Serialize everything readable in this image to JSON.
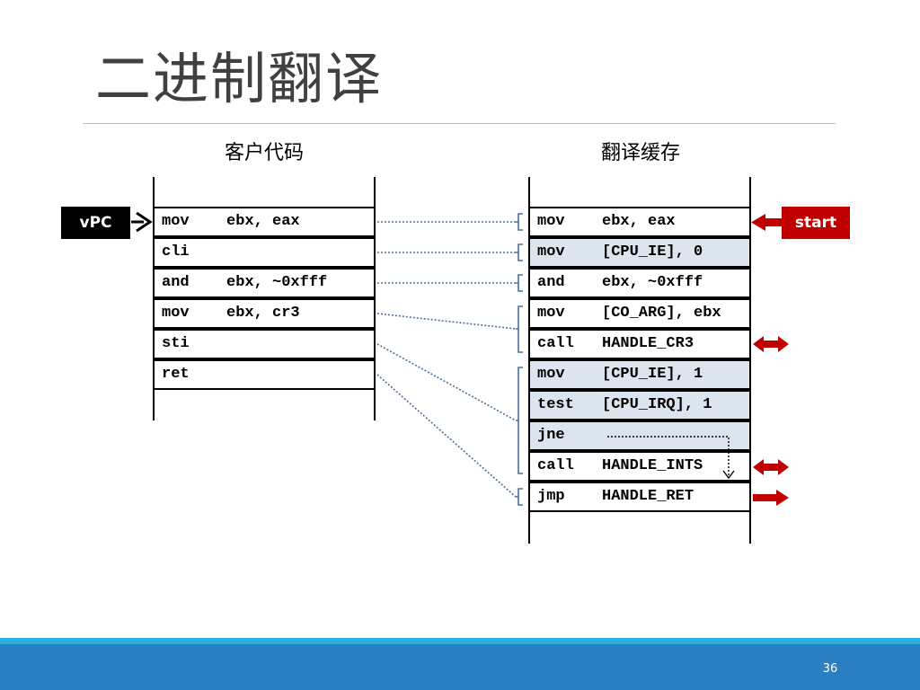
{
  "slide": {
    "title": "二进制翻译",
    "page_number": "36"
  },
  "guest_code": {
    "heading": "客户代码",
    "instructions": [
      {
        "op": "mov",
        "args": "ebx, eax"
      },
      {
        "op": "cli",
        "args": ""
      },
      {
        "op": "and",
        "args": "ebx, ~0xfff"
      },
      {
        "op": "mov",
        "args": "ebx, cr3"
      },
      {
        "op": "sti",
        "args": ""
      },
      {
        "op": "ret",
        "args": ""
      }
    ]
  },
  "translation_cache": {
    "heading": "翻译缓存",
    "instructions": [
      {
        "op": "mov",
        "args": "ebx, eax",
        "shaded": false
      },
      {
        "op": "mov",
        "args": "[CPU_IE], 0",
        "shaded": true
      },
      {
        "op": "and",
        "args": "ebx, ~0xfff",
        "shaded": false
      },
      {
        "op": "mov",
        "args": "[CO_ARG], ebx",
        "shaded": false
      },
      {
        "op": "call",
        "args": "HANDLE_CR3",
        "shaded": false
      },
      {
        "op": "mov",
        "args": "[CPU_IE], 1",
        "shaded": true
      },
      {
        "op": "test",
        "args": "[CPU_IRQ], 1",
        "shaded": true
      },
      {
        "op": "jne",
        "args": "",
        "shaded": true
      },
      {
        "op": "call",
        "args": "HANDLE_INTS",
        "shaded": false
      },
      {
        "op": "jmp",
        "args": "HANDLE_RET",
        "shaded": false
      }
    ]
  },
  "labels": {
    "vpc": "vPC",
    "start": "start"
  },
  "colors": {
    "accent_red": "#c00000",
    "shaded_cell": "#dce4ee",
    "connector": "#4a6f9a",
    "footer_blue": "#2a7fc2",
    "footer_band": "#2cb0e0"
  }
}
